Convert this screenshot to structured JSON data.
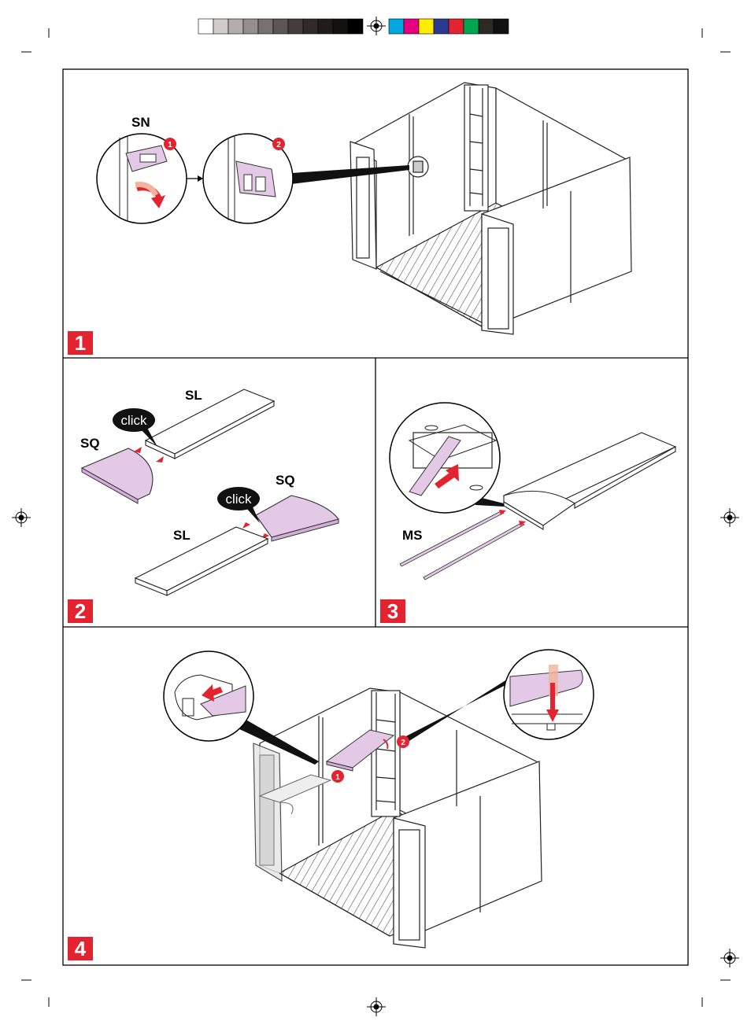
{
  "colors": {
    "accent_red": "#e3232f",
    "shelf_pink": "#e3c9e6",
    "part_outline": "#333333",
    "swatches": [
      "#ffffff",
      "#d0cccb",
      "#b3aeac",
      "#948f8d",
      "#77716f",
      "#5c5654",
      "#443f3d",
      "#302b2a",
      "#201c1b",
      "#141111",
      "#000000"
    ],
    "process_swatches": [
      "#00a7e1",
      "#e6007e",
      "#ffed00",
      "#2b3990",
      "#e3232f",
      "#00a650",
      "#2b2a29",
      "#111111"
    ]
  },
  "step1": {
    "number": "1",
    "part_label": "SN",
    "badge_1": "1",
    "badge_2": "2"
  },
  "step2": {
    "number": "2",
    "label_sl_top": "SL",
    "label_sq_left": "SQ",
    "label_sq_right": "SQ",
    "label_sl_bottom": "SL",
    "click_1": "click",
    "click_2": "click"
  },
  "step3": {
    "number": "3",
    "part_label": "MS"
  },
  "step4": {
    "number": "4",
    "badge_1": "1",
    "badge_2": "2"
  }
}
